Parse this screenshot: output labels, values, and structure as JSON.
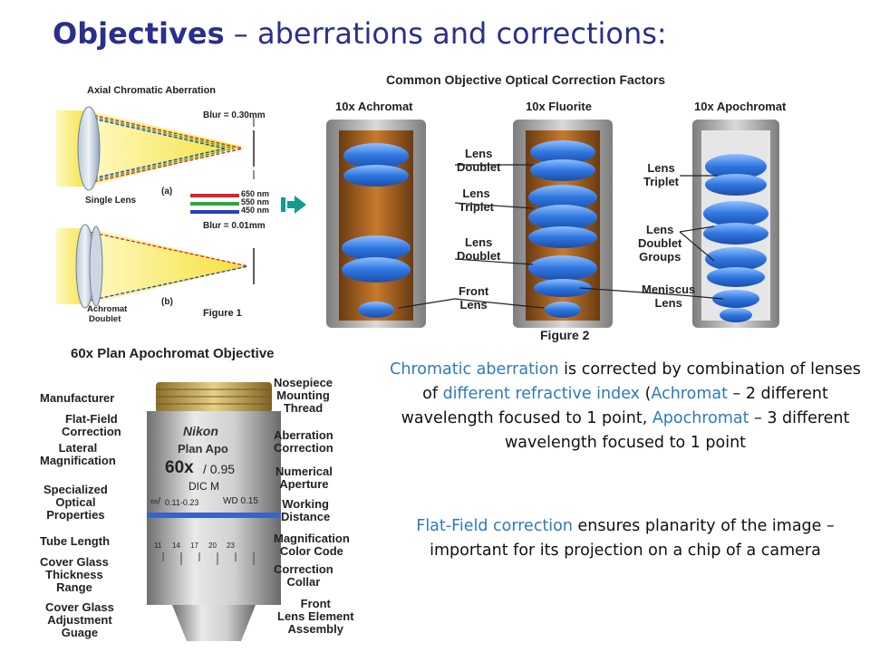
{
  "slide": {
    "title_bold": "Objectives",
    "title_rest": " – aberrations and corrections:"
  },
  "figure1": {
    "heading": "Axial Chromatic Aberration",
    "blur_a": "Blur = 0.30mm",
    "blur_b": "Blur = 0.01mm",
    "single_lens": "Single Lens",
    "achromat_1": "Achromat",
    "achromat_2": "Doublet",
    "label_a": "(a)",
    "label_b": "(b)",
    "caption": "Figure 1",
    "wavelengths": [
      {
        "label": "650 nm",
        "color": "#d8262a"
      },
      {
        "label": "550 nm",
        "color": "#2ea83a"
      },
      {
        "label": "450 nm",
        "color": "#2a3fc0"
      }
    ]
  },
  "figure2": {
    "heading": "Common Objective Optical Correction Factors",
    "col1": "10x Achromat",
    "col2": "10x Fluorite",
    "col3": "10x Apochromat",
    "caption": "Figure 2",
    "labels": {
      "lens_doublet_1": "Lens",
      "lens_doublet_2": "Doublet",
      "lens_triplet_1": "Lens",
      "lens_triplet_2": "Triplet",
      "lens_doublet_b1": "Lens",
      "lens_doublet_b2": "Doublet",
      "front_lens_1": "Front",
      "front_lens_2": "Lens",
      "apo_triplet_1": "Lens",
      "apo_triplet_2": "Triplet",
      "apo_doublet_1": "Lens",
      "apo_doublet_2": "Doublet",
      "apo_doublet_3": "Groups",
      "meniscus_1": "Meniscus",
      "meniscus_2": "Lens"
    }
  },
  "figure3": {
    "heading": "60x Plan Apochromat Objective",
    "barrel_brand": "Nikon",
    "barrel_type": "Plan Apo",
    "barrel_mag": "60x",
    "barrel_na": "/ 0.95",
    "barrel_dic": "DIC M",
    "barrel_tube": "∞/",
    "barrel_cover": "0.11-0.23",
    "barrel_wd": "WD 0.15",
    "scale_ticks": [
      "11",
      "14",
      "17",
      "20",
      "23"
    ],
    "left_labels": [
      "Manufacturer",
      "Flat-Field",
      "Correction",
      "Lateral",
      "Magnification",
      "Specialized",
      "Optical",
      "Properties",
      "Tube Length",
      "Cover Glass",
      "Thickness",
      "Range",
      "Cover Glass",
      "Adjustment",
      "Guage"
    ],
    "right_labels": [
      "Nosepiece",
      "Mounting",
      "Thread",
      "Aberration",
      "Correction",
      "Numerical",
      "Aperture",
      "Working",
      "Distance",
      "Magnification",
      "Color Code",
      "Correction",
      "Collar",
      "Front",
      "Lens Element",
      "Assembly"
    ]
  },
  "text": {
    "p1_a": "Chromatic aberration",
    "p1_b": " is corrected by combination of lenses of ",
    "p1_c": "different refractive index",
    "p1_d": " (",
    "p1_e": "Achromat",
    "p1_f": " – 2 different wavelength focused to 1 point, ",
    "p1_g": "Apochromat",
    "p1_h": " – 3 different wavelength focused to 1 point",
    "p2_a": "Flat-Field correction",
    "p2_b": " ensures planarity of the image – important for its projection on a chip of a camera"
  },
  "colors": {
    "title": "#2a2f8e",
    "highlight": "#2e79c0",
    "arrow": "#159a8e",
    "lens_blue": "#2f76e0",
    "barrel_orange": "#b8681e",
    "barrel_grey": "#9a9a9a"
  }
}
